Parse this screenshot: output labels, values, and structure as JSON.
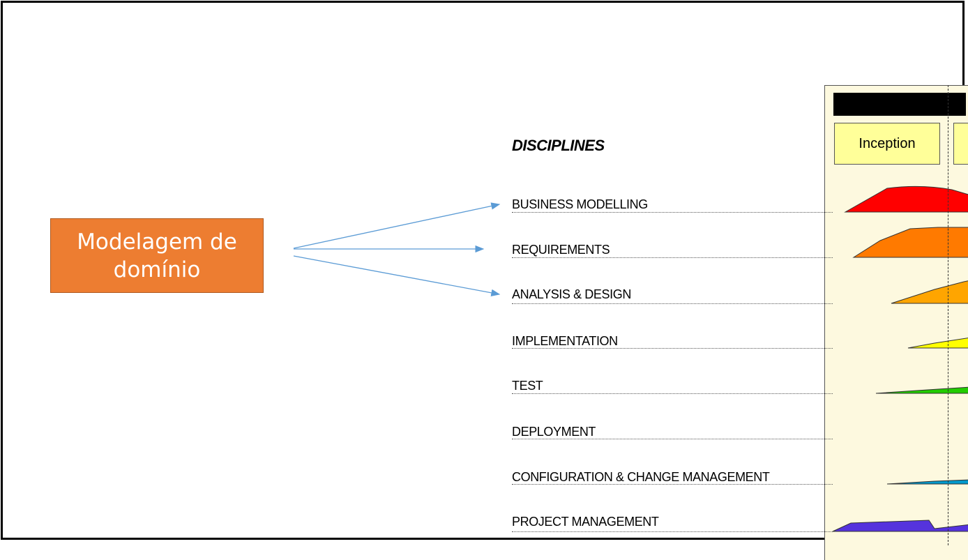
{
  "source_box": {
    "label": "Modelagem de domínio",
    "fill": "#ed7d31"
  },
  "disciplines_title": "DISCIPLINES",
  "phase_label": "Inception",
  "arrow_color": "#5b9bd5",
  "disciplines": [
    {
      "label": "BUSINESS MODELLING",
      "color": "#ff0000"
    },
    {
      "label": "REQUIREMENTS",
      "color": "#ff7a00"
    },
    {
      "label": "ANALYSIS & DESIGN",
      "color": "#ffa500"
    },
    {
      "label": "IMPLEMENTATION",
      "color": "#ffff00"
    },
    {
      "label": "TEST",
      "color": "#22cc00"
    },
    {
      "label": "DEPLOYMENT",
      "color": "#0099cc"
    },
    {
      "label": "CONFIGURATION & CHANGE MANAGEMENT",
      "color": "#0099cc"
    },
    {
      "label": "PROJECT MANAGEMENT",
      "color": "#5533dd"
    }
  ]
}
